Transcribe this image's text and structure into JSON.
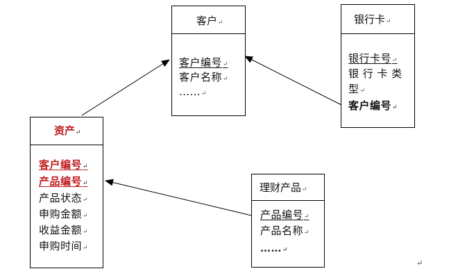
{
  "colors": {
    "accent_red": "#c0181c",
    "line": "#000000"
  },
  "para_mark": "↵",
  "entities": {
    "customer": {
      "title": "客户",
      "attrs": [
        {
          "text": "客户编号",
          "pk": true
        },
        {
          "text": "客户名称"
        },
        {
          "text": "……"
        }
      ]
    },
    "bank_card": {
      "title": "银行卡",
      "attrs": [
        {
          "text": "银行卡号",
          "pk": true
        },
        {
          "text": "银 行 卡 类"
        },
        {
          "text": "型"
        },
        {
          "text": "客户编号",
          "bold": true
        }
      ]
    },
    "asset": {
      "title": "资产",
      "attrs": [
        {
          "text": "客户编号",
          "pk": true
        },
        {
          "text": "产品编号",
          "pk": true
        },
        {
          "text": "产品状态"
        },
        {
          "text": "申购金额"
        },
        {
          "text": "收益金额"
        },
        {
          "text": "申购时间"
        }
      ]
    },
    "wealth_product": {
      "title": "理财产品",
      "attrs": [
        {
          "text": "产品编号",
          "pk": true
        },
        {
          "text": "产品名称"
        },
        {
          "text": "……",
          "bold": true
        }
      ]
    }
  },
  "relations": [
    {
      "from": "asset",
      "to": "customer"
    },
    {
      "from": "bank_card",
      "to": "customer"
    },
    {
      "from": "wealth_product",
      "to": "asset"
    }
  ]
}
